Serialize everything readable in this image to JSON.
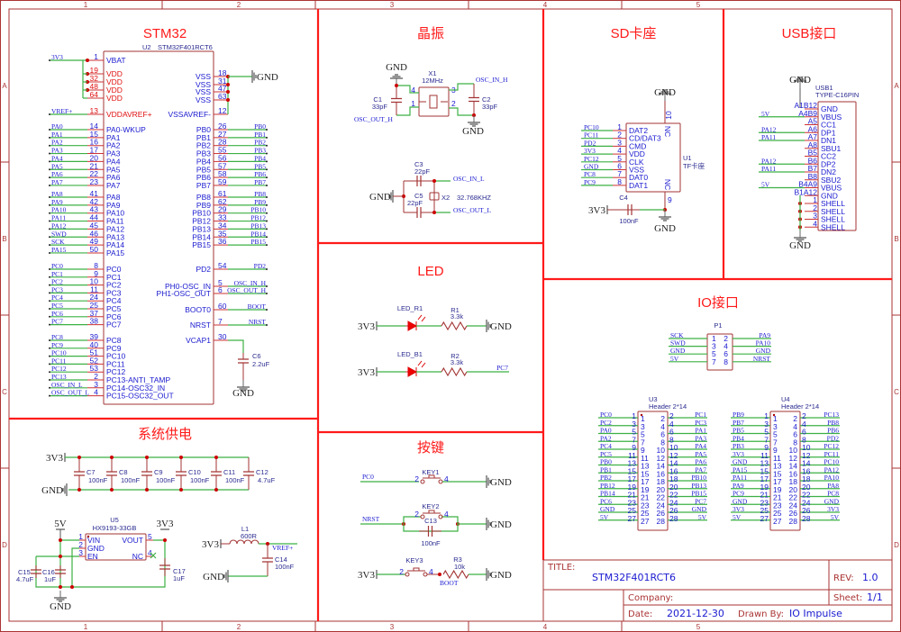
{
  "sheet": {
    "zones_top": [
      "1",
      "2",
      "3",
      "4",
      "5"
    ],
    "zones_side": [
      "A",
      "B",
      "C",
      "D"
    ]
  },
  "sections": {
    "stm32": "STM32",
    "crystal": "晶振",
    "sd": "SD卡座",
    "usb": "USB接口",
    "led": "LED",
    "power": "系统供电",
    "keys": "按键",
    "io": "IO接口"
  },
  "nets": {
    "gnd": "GND",
    "v33": "3V3",
    "v5": "5V",
    "vref": "VREF+",
    "osc_in_h": "OSC_IN_H",
    "osc_out_h": "OSC_OUT_H",
    "osc_in_l": "OSC_IN_L",
    "osc_out_l": "OSC_OUT_L",
    "pc7": "PC7",
    "pc0": "PC0",
    "nrst": "NRST",
    "boot": "BOOT"
  },
  "colors": {
    "section": "#ff1a1a",
    "wire": "#3cb043",
    "component": "#a33333",
    "pin_text": "#1a1ad0",
    "power_pin": "#e01010"
  },
  "mcu": {
    "ref": "U2",
    "part": "STM32F401RCT6",
    "left": [
      [
        "3V3",
        "1",
        "VBAT"
      ],
      [
        "",
        "19",
        "VDD"
      ],
      [
        "",
        "32",
        "VDD"
      ],
      [
        "",
        "48",
        "VDD"
      ],
      [
        "",
        "64",
        "VDD"
      ],
      [
        "VREF+",
        "13",
        "VDDAVREF+"
      ],
      [
        "PA0",
        "14",
        "PA0-WKUP"
      ],
      [
        "PA1",
        "15",
        "PA1"
      ],
      [
        "PA2",
        "16",
        "PA2"
      ],
      [
        "PA3",
        "17",
        "PA3"
      ],
      [
        "PA4",
        "20",
        "PA4"
      ],
      [
        "PA5",
        "21",
        "PA5"
      ],
      [
        "PA6",
        "22",
        "PA6"
      ],
      [
        "PA7",
        "23",
        "PA7"
      ],
      [
        "PA8",
        "41",
        "PA8"
      ],
      [
        "PA9",
        "42",
        "PA9"
      ],
      [
        "PA10",
        "43",
        "PA10"
      ],
      [
        "PA11",
        "44",
        "PA11"
      ],
      [
        "PA12",
        "45",
        "PA12"
      ],
      [
        "SWD",
        "46",
        "PA13"
      ],
      [
        "SCK",
        "49",
        "PA14"
      ],
      [
        "PA15",
        "50",
        "PA15"
      ],
      [
        "PC0",
        "8",
        "PC0"
      ],
      [
        "PC1",
        "9",
        "PC1"
      ],
      [
        "PC2",
        "10",
        "PC2"
      ],
      [
        "PC3",
        "11",
        "PC3"
      ],
      [
        "PC4",
        "24",
        "PC4"
      ],
      [
        "PC5",
        "25",
        "PC5"
      ],
      [
        "PC6",
        "37",
        "PC6"
      ],
      [
        "PC7",
        "38",
        "PC7"
      ],
      [
        "PC8",
        "39",
        "PC8"
      ],
      [
        "PC9",
        "40",
        "PC9"
      ],
      [
        "PC10",
        "51",
        "PC10"
      ],
      [
        "PC11",
        "52",
        "PC11"
      ],
      [
        "PC12",
        "53",
        "PC12"
      ],
      [
        "PC13",
        "2",
        "PC13-ANTI_TAMP"
      ],
      [
        "OSC_IN_L",
        "3",
        "PC14-OSC32_IN"
      ],
      [
        "OSC_OUT_L",
        "4",
        "PC15-OSC32_OUT"
      ]
    ],
    "right": [
      [
        "",
        "18",
        "VSS"
      ],
      [
        "",
        "31",
        "VSS"
      ],
      [
        "",
        "47",
        "VSS"
      ],
      [
        "",
        "63",
        "VSS"
      ],
      [
        "",
        "12",
        "VSSAVREF-"
      ],
      [
        "PB0",
        "26",
        "PB0"
      ],
      [
        "PB1",
        "27",
        "PB1"
      ],
      [
        "PB2",
        "28",
        "PB2"
      ],
      [
        "PB3",
        "55",
        "PB3"
      ],
      [
        "PB4",
        "56",
        "PB4"
      ],
      [
        "PB5",
        "57",
        "PB5"
      ],
      [
        "PB6",
        "58",
        "PB6"
      ],
      [
        "PB7",
        "59",
        "PB7"
      ],
      [
        "PB8",
        "61",
        "PB8"
      ],
      [
        "PB9",
        "62",
        "PB9"
      ],
      [
        "PB10",
        "29",
        "PB10"
      ],
      [
        "PB12",
        "33",
        "PB12"
      ],
      [
        "PB13",
        "34",
        "PB13"
      ],
      [
        "PB14",
        "35",
        "PB14"
      ],
      [
        "PB15",
        "36",
        "PB15"
      ],
      [
        "PD2",
        "54",
        "PD2"
      ],
      [
        "OSC_IN_H",
        "5",
        "PH0-OSC_IN"
      ],
      [
        "OSC_OUT_H",
        "6",
        "PH1-OSC_OUT"
      ],
      [
        "BOOT",
        "60",
        "BOOT0"
      ],
      [
        "NRST",
        "7",
        "NRST"
      ],
      [
        "",
        "30",
        "VCAP1"
      ]
    ],
    "c6": {
      "ref": "C6",
      "value": "2.2uF"
    }
  },
  "crystal": {
    "x1": {
      "ref": "X1",
      "value": "12MHz",
      "pins": [
        "4",
        "1",
        "3",
        "2"
      ]
    },
    "c1": {
      "ref": "C1",
      "value": "33pF"
    },
    "c2": {
      "ref": "C2",
      "value": "33pF"
    },
    "c3": {
      "ref": "C3",
      "value": "22pF"
    },
    "c5": {
      "ref": "C5",
      "value": "22pF"
    },
    "x2": {
      "ref": "X2",
      "value": "32.768KHZ"
    }
  },
  "sd": {
    "ref": "U1",
    "part": "TF卡座",
    "nc": "NC",
    "top_pin": "10",
    "bottom_pin": "9",
    "pins": [
      [
        "PC10",
        "1",
        "DAT2"
      ],
      [
        "PC11",
        "2",
        "CD/DAT3"
      ],
      [
        "PD2",
        "3",
        "CMD"
      ],
      [
        "3V3",
        "4",
        "VDD"
      ],
      [
        "PC12",
        "5",
        "CLK"
      ],
      [
        "GND",
        "6",
        "VSS"
      ],
      [
        "PC8",
        "7",
        "DAT0"
      ],
      [
        "PC9",
        "8",
        "DAT1"
      ]
    ],
    "c4": {
      "ref": "C4",
      "value": "100nF"
    }
  },
  "usb": {
    "ref": "USB1",
    "part": "TYPE-C16PIN",
    "pins": [
      [
        "",
        "A1B12",
        "GND"
      ],
      [
        "5V",
        "A4B9",
        "VBUS"
      ],
      [
        "",
        "A5",
        "CC1"
      ],
      [
        "PA12",
        "A6",
        "DP1"
      ],
      [
        "PA11",
        "A7",
        "DN1"
      ],
      [
        "",
        "A8",
        "SBU1"
      ],
      [
        "",
        "B5",
        "CC2"
      ],
      [
        "PA12",
        "B6",
        "DP2"
      ],
      [
        "PA11",
        "B7",
        "DN2"
      ],
      [
        "",
        "B8",
        "SBU2"
      ],
      [
        "5V",
        "B4A9",
        "VBUS"
      ],
      [
        "",
        "B1A12",
        "GND"
      ],
      [
        "",
        "1",
        "SHELL"
      ],
      [
        "",
        "2",
        "SHELL"
      ],
      [
        "",
        "3",
        "SHELL"
      ],
      [
        "",
        "4",
        "SHELL"
      ]
    ]
  },
  "led": {
    "led_r1": "LED_R1",
    "r1": {
      "ref": "R1",
      "value": "3.3k"
    },
    "led_b1": "LED_B1",
    "r2": {
      "ref": "R2",
      "value": "3.3k"
    }
  },
  "keys": {
    "key1": "KEY1",
    "key2": "KEY2",
    "key3": "KEY3",
    "pin_a": "2",
    "pin_b": "4",
    "c13": {
      "ref": "C13",
      "value": "100nF"
    },
    "r3": {
      "ref": "R3",
      "value": "10k"
    }
  },
  "power": {
    "caps": [
      [
        "C7",
        "100nF"
      ],
      [
        "C8",
        "100nF"
      ],
      [
        "C9",
        "100nF"
      ],
      [
        "C10",
        "100nF"
      ],
      [
        "C11",
        "100nF"
      ],
      [
        "C12",
        "4.7uF"
      ]
    ],
    "u5": {
      "ref": "U5",
      "part": "HX9193-33GB",
      "pins": [
        [
          "1",
          "VIN"
        ],
        [
          "2",
          "GND"
        ],
        [
          "3",
          "EN"
        ],
        [
          "5",
          "VOUT"
        ],
        [
          "4",
          "NC"
        ]
      ]
    },
    "c15": {
      "ref": "C15",
      "value": "4.7uF"
    },
    "c16": {
      "ref": "C16",
      "value": "1uF"
    },
    "c17": {
      "ref": "C17",
      "value": "1uF"
    },
    "l1": {
      "ref": "L1",
      "value": "600R"
    },
    "c14": {
      "ref": "C14",
      "value": "100nF"
    }
  },
  "io": {
    "p1": {
      "ref": "P1",
      "left": [
        "SCK",
        "SWD",
        "GND",
        "5V"
      ],
      "right": [
        "PA9",
        "PA10",
        "GND",
        "NRST"
      ],
      "left_nums": [
        "1",
        "3",
        "5",
        "7"
      ],
      "right_nums": [
        "2",
        "4",
        "6",
        "8"
      ]
    },
    "u3": {
      "ref": "U3",
      "part": "Header 2*14",
      "left": [
        "PC0",
        "PC2",
        "PA0",
        "PA2",
        "PC4",
        "PC5",
        "PB0",
        "PB1",
        "PB2",
        "PB12",
        "PB14",
        "PC6",
        "GND",
        "5V"
      ],
      "right": [
        "PC1",
        "PC3",
        "PA1",
        "PA3",
        "PA4",
        "PA5",
        "PA6",
        "PA7",
        "PB10",
        "PB13",
        "PB15",
        "PC7",
        "GND",
        "5V"
      ]
    },
    "u4": {
      "ref": "U4",
      "part": "Header 2*14",
      "left": [
        "PB9",
        "PB7",
        "PB5",
        "PB4",
        "PB3",
        "3V3",
        "GND",
        "PA15",
        "PA11",
        "PA9",
        "PC9",
        "GND",
        "3V3",
        "5V"
      ],
      "right": [
        "PC13",
        "PB8",
        "PB6",
        "PD2",
        "PC12",
        "PC11",
        "PC10",
        "PA12",
        "PA10",
        "PA8",
        "PC8",
        "GND",
        "3V3",
        "5V"
      ]
    }
  },
  "title_block": {
    "title_label": "TITLE:",
    "title": "STM32F401RCT6",
    "rev_label": "REV:",
    "rev": "1.0",
    "company_label": "Company:",
    "sheet_label": "Sheet:",
    "sheet": "1/1",
    "date_label": "Date:",
    "date": "2021-12-30",
    "drawn_label": "Drawn By:",
    "drawn": "IO Impulse"
  }
}
